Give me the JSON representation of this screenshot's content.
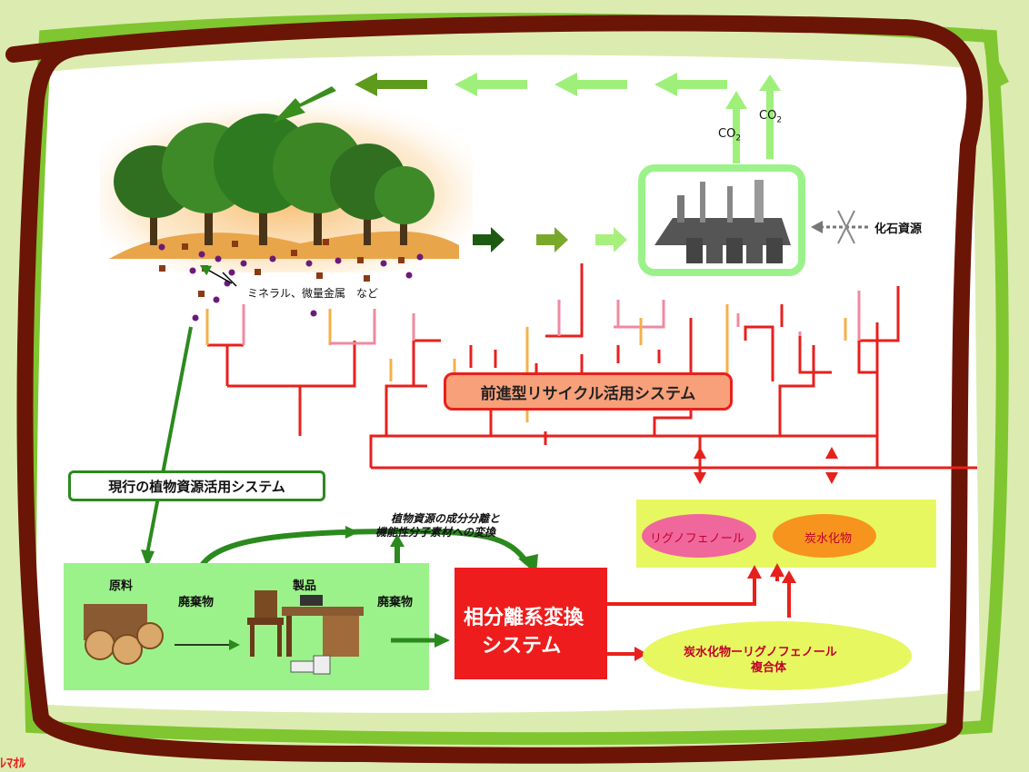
{
  "labels": {
    "mineral": "ミネラル、微量金属　など",
    "co2_a": "CO",
    "co2_b": "CO",
    "co2_sub": "2",
    "fossil": "化石資源",
    "recycle_system": "前進型リサイクル活用システム",
    "current_system": "現行の植物資源活用システム",
    "separation_title_1": "植物資源の成分分離と",
    "separation_title_2": "機能性分子素材への変換",
    "raw_material": "原料",
    "waste_1": "廃棄物",
    "product": "製品",
    "waste_2": "廃棄物",
    "phase_separation_1": "相分離系変換",
    "phase_separation_2": "システム",
    "lignophenol": "リグノフェノール",
    "carbohydrate": "炭水化物",
    "composite_1": "炭水化物ーリグノフェノール",
    "composite_2": "複合体",
    "corner_text": "ﾚﾏｵﾙ"
  },
  "colors": {
    "background": "#dcecb0",
    "panel": "#ffffff",
    "frame_brown": "#6b1506",
    "frame_green": "#7fc630",
    "recycle_red": "#e8201c",
    "forest_green": "#2b8a1e",
    "light_green_box": "#9cf28a",
    "phase_box_red": "#ee1c1c",
    "lignophenol_pink": "#f0679c",
    "carbohydrate_orange": "#f7941d",
    "composite_yellow": "#e7f760"
  },
  "icons": [
    "tree-icon",
    "factory-icon",
    "logs-icon",
    "furniture-icon",
    "cross-icon"
  ]
}
